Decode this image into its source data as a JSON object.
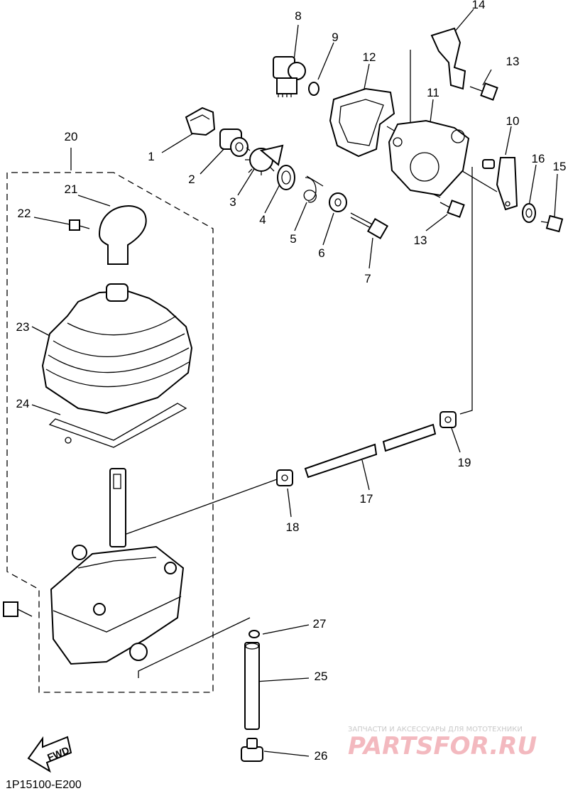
{
  "diagram": {
    "callouts": [
      "1",
      "2",
      "3",
      "4",
      "5",
      "6",
      "7",
      "8",
      "9",
      "10",
      "11",
      "12",
      "13",
      "13",
      "14",
      "15",
      "16",
      "17",
      "18",
      "19",
      "20",
      "21",
      "22",
      "23",
      "24",
      "25",
      "26",
      "27"
    ],
    "fwd_label": "FWD",
    "figure_code": "1P15100-E200"
  },
  "watermark": {
    "tagline": "ЗАПЧАСТИ И АКСЕССУАРЫ ДЛЯ МОТОТЕХНИКИ",
    "brand": "PARTSFOR.RU"
  }
}
